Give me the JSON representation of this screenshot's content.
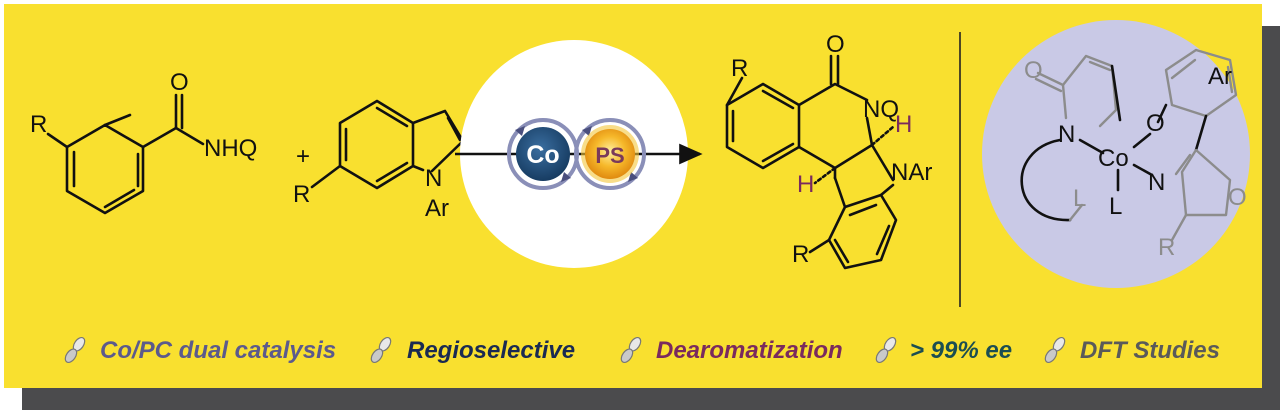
{
  "reactant1": {
    "r": "R",
    "o": "O",
    "nhq": "NHQ"
  },
  "plus": "+",
  "reactant2": {
    "r": "R",
    "n": "N",
    "ar": "Ar"
  },
  "catalysts": {
    "co": "Co",
    "ps": "PS"
  },
  "product": {
    "r_top": "R",
    "o": "O",
    "nq": "NQ",
    "h1": "H",
    "h2": "H",
    "nar": "NAr",
    "r_bottom": "R"
  },
  "complex": {
    "o1": "O",
    "n1": "N",
    "co": "Co",
    "ar": "Ar",
    "o2": "O",
    "n2": "N",
    "l1": "L",
    "l2": "L",
    "r": "R"
  },
  "features": [
    {
      "label": "Co/PC dual catalysis",
      "color": "#5c5a8c"
    },
    {
      "label": "Regioselective",
      "color": "#1a2a52"
    },
    {
      "label": "Dearomatization",
      "color": "#7a2a5e"
    },
    {
      "label": "> 99% ee",
      "color": "#1c4e52"
    },
    {
      "label": "DFT Studies",
      "color": "#5a5a5a"
    }
  ],
  "colors": {
    "background": "#f9e02f",
    "cobalt": "#1f4b78",
    "photosensitizer": "#f0a21c",
    "complex_circle": "#c9c9e6",
    "h_highlight": "#7a2a5e"
  }
}
